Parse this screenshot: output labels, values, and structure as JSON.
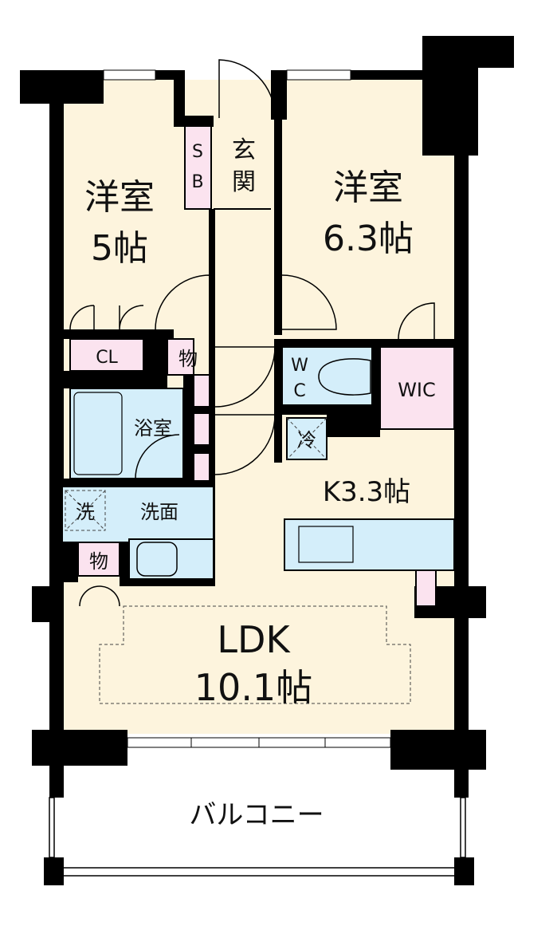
{
  "floor_plan": {
    "rooms": {
      "western_room_1": {
        "name": "洋室",
        "size": "5帖"
      },
      "western_room_2": {
        "name": "洋室",
        "size": "6.3帖"
      },
      "shoe_box": {
        "line1": "S",
        "line2": "B"
      },
      "entrance": "玄関",
      "closet": "CL",
      "storage_1": "物",
      "storage_2": "物",
      "wc": {
        "line1": "W",
        "line2": "C"
      },
      "wic": "WIC",
      "bathroom": "浴室",
      "refrigerator": "冷",
      "kitchen": "K3.3帖",
      "washroom": "洗面",
      "washing_machine": "洗",
      "ldk": {
        "name": "LDK",
        "size": "10.1帖"
      },
      "balcony": "バルコニー"
    },
    "colors": {
      "floor": "#fdf4dd",
      "storage": "#fbe3ef",
      "wet_area": "#d4eefa",
      "wall": "#000000"
    }
  }
}
